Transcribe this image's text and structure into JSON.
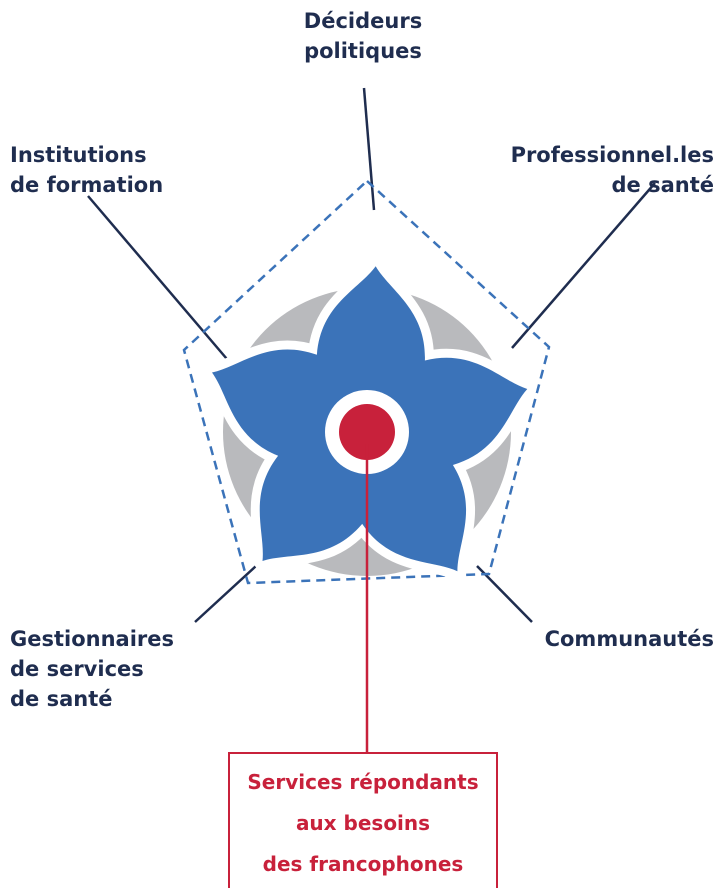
{
  "labels": {
    "decideurs": [
      "Décideurs",
      "politiques"
    ],
    "institutions": [
      "Institutions",
      "de formation"
    ],
    "professionnels": [
      "Professionnel.les",
      "de santé"
    ],
    "gestionnaires": [
      "Gestionnaires",
      "de services",
      "de santé"
    ],
    "communautes": [
      "Communautés"
    ]
  },
  "result": {
    "lines": [
      "Services répondants",
      "aux besoins",
      "des francophones"
    ]
  },
  "colors": {
    "navy": "#1f2d4f",
    "flower_blue": "#3b73b9",
    "ring_gray": "#b9babd",
    "center_red": "#c8213b",
    "dash_blue": "#3b73b9"
  }
}
